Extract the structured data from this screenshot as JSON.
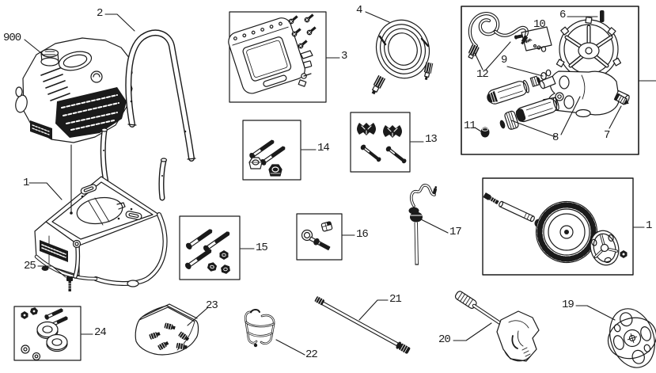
{
  "canvas": {
    "background": "#ffffff",
    "ink": "#1a1a1a"
  },
  "callouts": [
    {
      "part": "engine",
      "text": "900"
    },
    {
      "part": "handle",
      "text": "2"
    },
    {
      "part": "control-panel-kit",
      "text": "3"
    },
    {
      "part": "high-pressure-hose",
      "text": "4"
    },
    {
      "part": "pump-pin",
      "text": "6"
    },
    {
      "part": "pump-valve-kit",
      "text": "10"
    },
    {
      "part": "pump-outlet-tube",
      "text": "9"
    },
    {
      "part": "pump-drain-hose",
      "text": "12"
    },
    {
      "part": "pump-cap",
      "text": "11"
    },
    {
      "part": "pump-inlet-tube",
      "text": "8"
    },
    {
      "part": "pump-fitting",
      "text": "7"
    },
    {
      "part": "frame",
      "text": "1"
    },
    {
      "part": "frame-bolt",
      "text": "25"
    },
    {
      "part": "knob-bolt-kit",
      "text": "14"
    },
    {
      "part": "clamp-screw-kit",
      "text": "13"
    },
    {
      "part": "bolt-nut-kit",
      "text": "15"
    },
    {
      "part": "eyebolt-kit",
      "text": "16"
    },
    {
      "part": "siphon-tube",
      "text": "17"
    },
    {
      "part": "wheel-kit",
      "text": "1"
    },
    {
      "part": "bearing-kit",
      "text": "24"
    },
    {
      "part": "nozzle-bag",
      "text": "23"
    },
    {
      "part": "hose-clip",
      "text": "22"
    },
    {
      "part": "spray-wand",
      "text": "21"
    },
    {
      "part": "spray-gun",
      "text": "20"
    },
    {
      "part": "nozzle-holder",
      "text": "19"
    }
  ]
}
